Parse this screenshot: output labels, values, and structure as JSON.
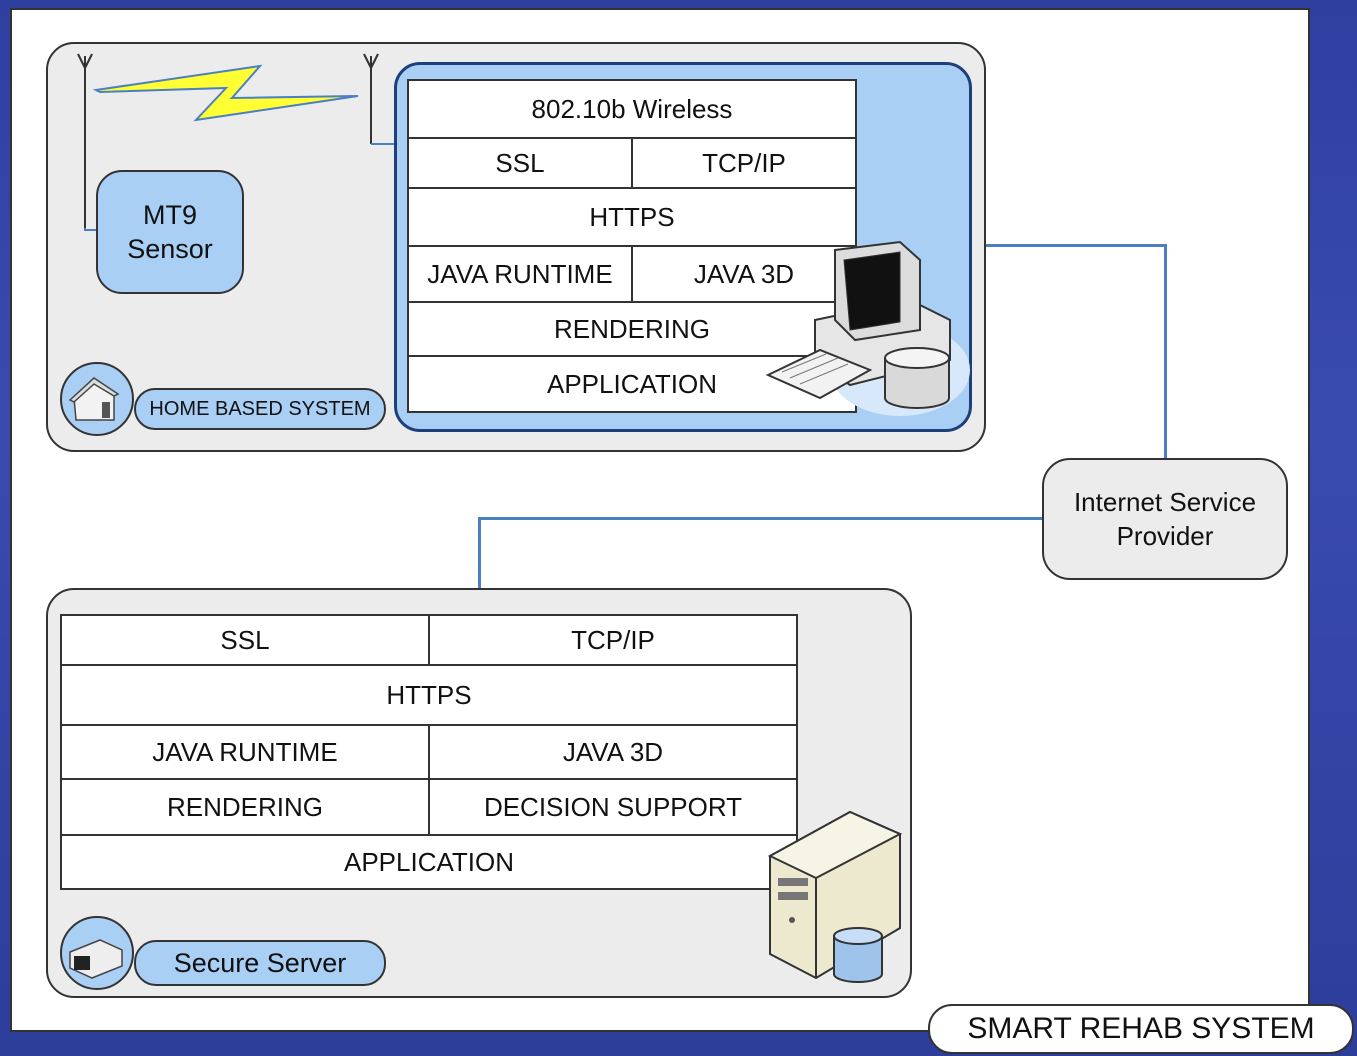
{
  "home_system": {
    "label": "HOME BASED SYSTEM",
    "sensor_line1": "MT9",
    "sensor_line2": "Sensor",
    "stack": {
      "wireless": "802.10b Wireless",
      "ssl": "SSL",
      "tcpip": "TCP/IP",
      "https": "HTTPS",
      "java_runtime": "JAVA RUNTIME",
      "java_3d": "JAVA 3D",
      "rendering": "RENDERING",
      "application": "APPLICATION"
    }
  },
  "isp": {
    "line1": "Internet Service",
    "line2": "Provider"
  },
  "secure_server": {
    "label": "Secure Server",
    "stack": {
      "ssl": "SSL",
      "tcpip": "TCP/IP",
      "https": "HTTPS",
      "java_runtime": "JAVA RUNTIME",
      "java_3d": "JAVA 3D",
      "rendering": "RENDERING",
      "decision_support": "DECISION SUPPORT",
      "application": "APPLICATION"
    }
  },
  "system_title": "SMART REHAB SYSTEM",
  "colors": {
    "background": "#2f3fa0",
    "panel": "#ececec",
    "accent_blue": "#a9cff4",
    "connector": "#4a7fc1",
    "lightning": "#ffff33"
  },
  "icons": [
    "antenna-icon",
    "lightning-icon",
    "house-icon",
    "desktop-computer-icon",
    "database-icon",
    "server-tower-icon"
  ]
}
